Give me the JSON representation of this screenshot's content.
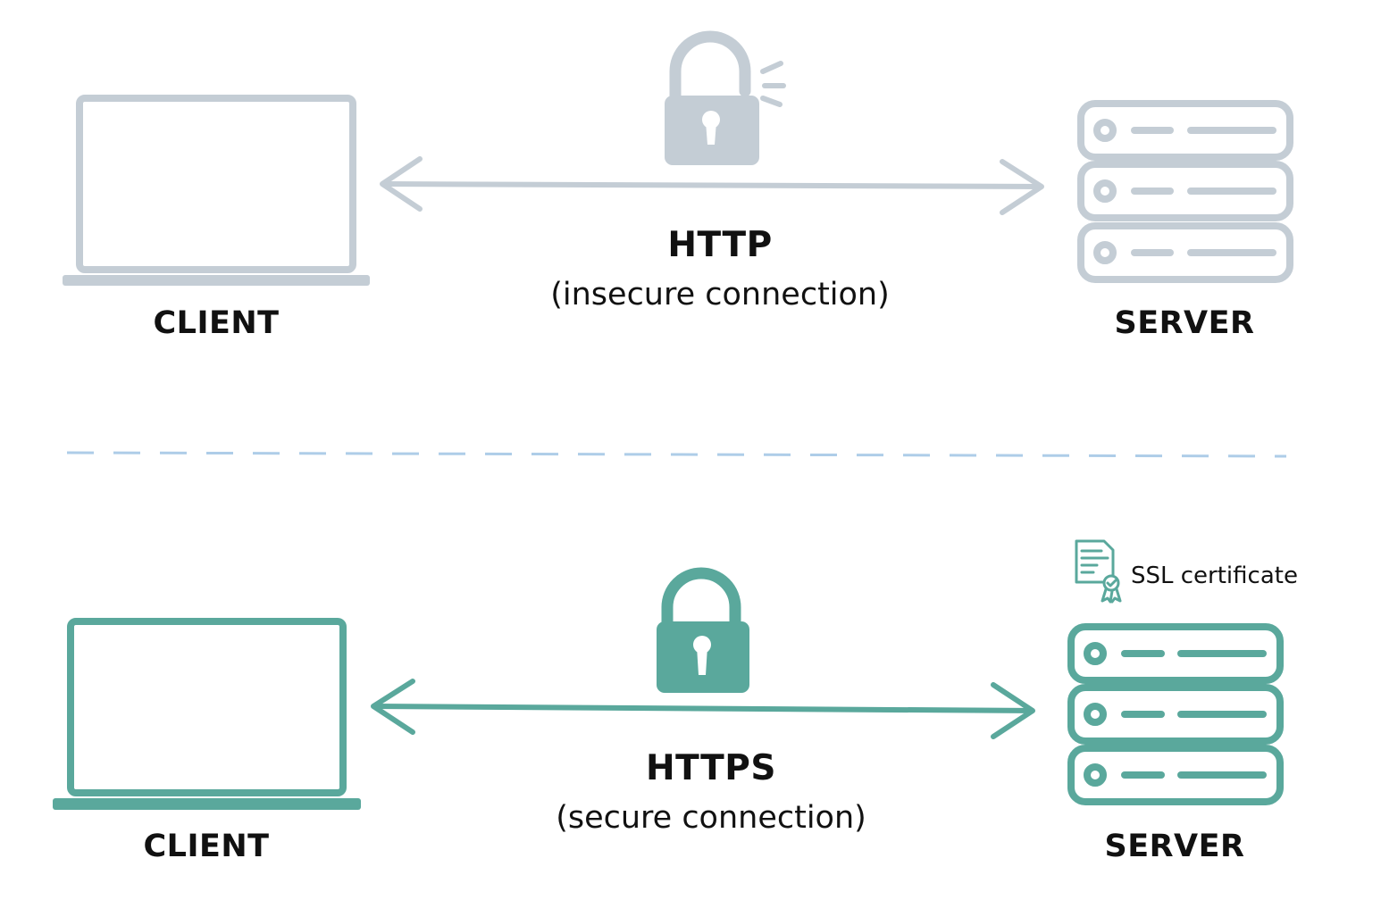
{
  "colors": {
    "insecure": "#c4cdd5",
    "secure": "#5aa89c",
    "divider": "#aecde8",
    "text": "#111111"
  },
  "http_section": {
    "client_label": "CLIENT",
    "server_label": "SERVER",
    "protocol_label": "HTTP",
    "connection_label": "(insecure connection)",
    "lock_icon": "unlocked-padlock-icon",
    "client_icon": "laptop-icon",
    "server_icon": "server-rack-icon"
  },
  "https_section": {
    "client_label": "CLIENT",
    "server_label": "SERVER",
    "protocol_label": "HTTPS",
    "connection_label": "(secure connection)",
    "certificate_label": "SSL certificate",
    "lock_icon": "locked-padlock-icon",
    "certificate_icon": "certificate-icon",
    "client_icon": "laptop-icon",
    "server_icon": "server-rack-icon"
  }
}
